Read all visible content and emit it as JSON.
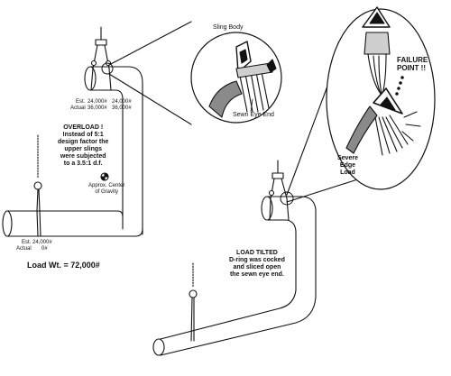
{
  "colors": {
    "ink": "#111111",
    "background": "#ffffff",
    "shade": "#8a8a8a",
    "light_shade": "#cfcfcf"
  },
  "callouts": {
    "sling_body": "Sling Body",
    "sewn_eye_end": "Sewn Eye End",
    "failure_point": [
      "FAILURE",
      "POINT !!"
    ],
    "severe_edge_load": [
      "Severe",
      "Edge",
      "Load"
    ]
  },
  "upper_slings": {
    "est_label": "Est.",
    "actual_label": "Actual",
    "est_left": "24,000#",
    "est_right": "24,000#",
    "actual_left": "36,000#",
    "actual_right": "36,000#"
  },
  "lower_sling": {
    "est_label": "Est.",
    "actual_label": "Actual",
    "est_value": "24,000#",
    "actual_value": "0#"
  },
  "overload_note": [
    "OVERLOAD !",
    "Instead of 5:1",
    "design factor the",
    "upper slings",
    "were subjected",
    "to a 3.5:1 d.f."
  ],
  "center_of_gravity": [
    "Approx. Center",
    "of Gravity"
  ],
  "load_weight": "Load Wt.  =  72,000#",
  "tilted_note": [
    "LOAD TILTED",
    "D-ring was cocked",
    "and sliced open",
    "the sewn eye end."
  ]
}
